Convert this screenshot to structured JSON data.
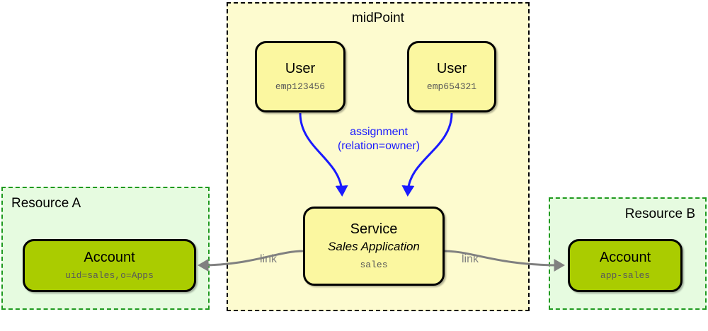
{
  "diagram": {
    "title_visible": false,
    "colors": {
      "midpoint_fill": "#fdfbcf",
      "midpoint_border": "#000000",
      "resource_fill": "#e6fbe0",
      "resource_border": "#1f9a1f",
      "user_fill": "#fbf7a0",
      "service_fill": "#fbf7a0",
      "account_fill": "#aacc00",
      "assignment_edge": "#1a1aff",
      "link_edge": "#808080"
    }
  },
  "containers": {
    "midpoint": {
      "label": "midPoint"
    },
    "resource_a": {
      "label": "Resource A"
    },
    "resource_b": {
      "label": "Resource B"
    }
  },
  "nodes": {
    "user_1": {
      "title": "User",
      "identifier": "emp123456"
    },
    "user_2": {
      "title": "User",
      "identifier": "emp654321"
    },
    "service": {
      "title": "Service",
      "display_name": "Sales Application",
      "identifier": "sales"
    },
    "account_a": {
      "title": "Account",
      "identifier": "uid=sales,o=Apps"
    },
    "account_b": {
      "title": "Account",
      "identifier": "app-sales"
    }
  },
  "edges": {
    "assignment": {
      "line1": "assignment",
      "line2": "(relation=owner)"
    },
    "link_left": {
      "label": "link"
    },
    "link_right": {
      "label": "link"
    }
  }
}
